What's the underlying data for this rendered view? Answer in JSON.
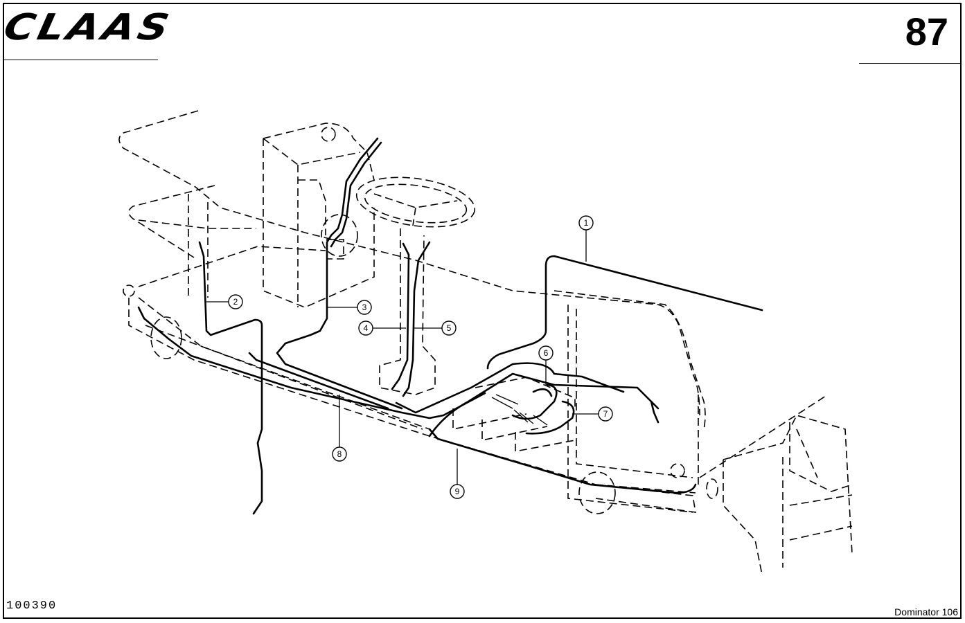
{
  "header": {
    "logo_text": "CLAAS",
    "page_number": "87"
  },
  "footer": {
    "doc_number": "100390",
    "model": "Dominator 106"
  },
  "callouts": [
    "1",
    "2",
    "3",
    "4",
    "5",
    "6",
    "7",
    "8",
    "9"
  ]
}
